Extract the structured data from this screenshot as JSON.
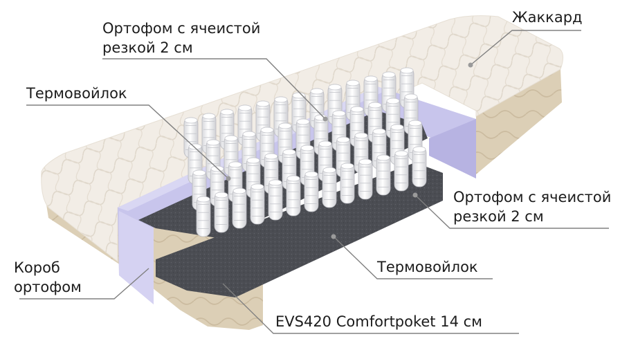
{
  "callouts": {
    "jacquard": "Жаккард",
    "orthofoam_top_line1": "Ортофом с ячеистой",
    "orthofoam_top_line2": "резкой 2 см",
    "thermofelt_top": "Термовойлок",
    "orthofoam_right_line1": "Ортофом с ячеистой",
    "orthofoam_right_line2": "резкой 2 см",
    "box_line1": "Короб",
    "box_line2": "ортофом",
    "thermofelt_bottom": "Термовойлок",
    "spring_block": "EVS420 Comfortpoket 14 см"
  },
  "colors": {
    "quilt_top": "#f1ece4",
    "side_beige": "#ddd0b8",
    "foam_lavender": "#c9c6ec",
    "felt_gray": "#4a4c52",
    "spring_white": "#f4f4f6",
    "leader_line": "#7a7a7a"
  }
}
